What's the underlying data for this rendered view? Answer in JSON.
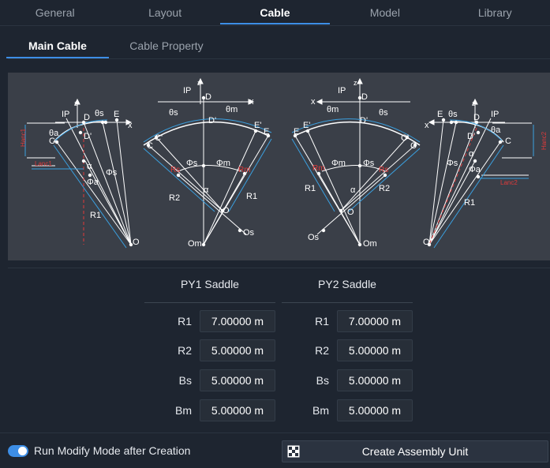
{
  "top_tabs": [
    "General",
    "Layout",
    "Cable",
    "Model",
    "Library"
  ],
  "active_top_tab": "Cable",
  "sub_tabs": [
    "Main Cable",
    "Cable Property"
  ],
  "active_sub_tab": "Main Cable",
  "diagram": {
    "labels": {
      "ip": "IP",
      "z": "z",
      "x": "x",
      "D": "D",
      "Dp": "D'",
      "E": "E",
      "Ep": "E'",
      "C": "C",
      "Cp": "C'",
      "O": "O",
      "Om": "Om",
      "Os": "Os",
      "theta_s": "θs",
      "theta_a": "θa",
      "theta_m": "θm",
      "phi_s": "Φs",
      "phi_a": "Φa",
      "phi_m": "Φm",
      "alpha": "α",
      "R1": "R1",
      "R2": "R2",
      "Rm": "Rm",
      "Rs": "Rs",
      "hanc1": "Hanc1",
      "lanc1": "Lanc1",
      "hanc2": "Hanc2",
      "lanc2": "Lanc2"
    },
    "colors": {
      "line": "#ffffff",
      "dim": "#3aa0e0",
      "red": "#e03a3a",
      "bg": "#3a3f48"
    }
  },
  "table": {
    "columns": [
      "PY1 Saddle",
      "PY2 Saddle"
    ],
    "rows": [
      {
        "label": "R1",
        "values": [
          "7.00000 m",
          "7.00000 m"
        ]
      },
      {
        "label": "R2",
        "values": [
          "5.00000 m",
          "5.00000 m"
        ]
      },
      {
        "label": "Bs",
        "values": [
          "5.00000 m",
          "5.00000 m"
        ]
      },
      {
        "label": "Bm",
        "values": [
          "5.00000 m",
          "5.00000 m"
        ]
      }
    ]
  },
  "footer": {
    "toggle_label": "Run Modify Mode after Creation",
    "toggle_on": true,
    "create_button": "Create Assembly Unit",
    "create_icon": "assembly-icon"
  }
}
